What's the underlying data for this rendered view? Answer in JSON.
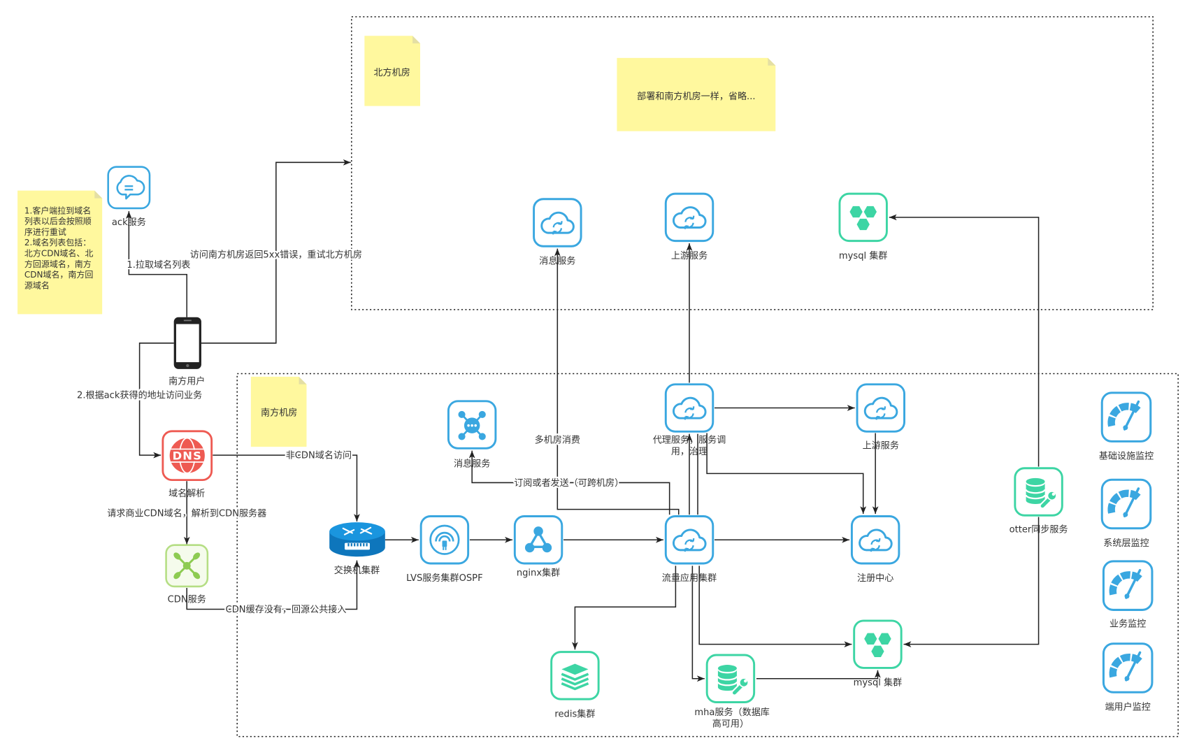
{
  "regions": {
    "north": {
      "label": "北方机房",
      "note": "部署和南方机房一样，省略..."
    },
    "south": {
      "label": "南方机房"
    }
  },
  "side_note": {
    "lines": [
      "1.客户端拉到域名",
      "列表以后会按照顺",
      "序进行重试",
      "2.域名列表包括：",
      "北方CDN域名、北",
      "方回源域名，南方",
      "CDN域名，南方回",
      "源域名"
    ]
  },
  "nodes": {
    "ack": {
      "label": "ack服务",
      "icon": "chat-cloud-icon"
    },
    "user": {
      "label": "南方用户",
      "icon": "smartphone-icon"
    },
    "dns": {
      "label": "域名解析",
      "icon": "dns-globe-icon",
      "icon_text": "DNS"
    },
    "cdn": {
      "label": "CDN服务",
      "icon": "cdn-network-icon"
    },
    "switch": {
      "label": "交换机集群",
      "icon": "router-icon"
    },
    "lvs": {
      "label": "LVS服务集群OSPF",
      "icon": "load-balancer-icon"
    },
    "nginx": {
      "label": "nginx集群",
      "icon": "nginx-share-icon"
    },
    "north_mq": {
      "label": "消息服务",
      "icon": "cloud-sync-icon"
    },
    "north_upstream": {
      "label": "上游服务",
      "icon": "cloud-sync-icon"
    },
    "north_mysql": {
      "label": "mysql 集群",
      "icon": "mysql-cluster-icon"
    },
    "south_mq": {
      "label": "消息服务",
      "icon": "message-queue-icon"
    },
    "proxy": {
      "label_lines": [
        "代理服务，服务调",
        "用，治理"
      ],
      "icon": "cloud-sync-icon"
    },
    "south_upstream": {
      "label": "上游服务",
      "icon": "cloud-sync-icon"
    },
    "traffic": {
      "label": "流量应用集群",
      "icon": "cloud-sync-icon"
    },
    "registry": {
      "label": "注册中心",
      "icon": "cloud-sync-icon"
    },
    "redis": {
      "label": "redis集群",
      "icon": "redis-icon"
    },
    "mha": {
      "label_lines": [
        "mha服务（数据库",
        "高可用）"
      ],
      "icon": "database-tool-icon"
    },
    "south_mysql": {
      "label": "mysql 集群",
      "icon": "mysql-cluster-icon"
    },
    "otter": {
      "label": "otter同步服务",
      "icon": "database-tool-icon"
    }
  },
  "monitors": [
    {
      "label": "基础设施监控",
      "icon": "gauge-icon"
    },
    {
      "label": "系统层监控",
      "icon": "gauge-icon"
    },
    {
      "label": "业务监控",
      "icon": "gauge-icon"
    },
    {
      "label": "端用户监控",
      "icon": "gauge-icon"
    }
  ],
  "edges": {
    "pull_domains": "1.拉取域名列表",
    "retry_north": "访问南方机房返回5xx错误，重试北方机房",
    "access_by_ack": "2.根据ack获得的地址访问业务",
    "non_cdn": "非CDN域名访问",
    "cdn_request": "请求商业CDN域名，解析到CDN服务器",
    "cdn_origin": "CDN缓存没有，回源公共接入",
    "multi_consume": "多机房消费",
    "subscribe": "订阅或者发送（可跨机房）"
  },
  "colors": {
    "blue_icon": "#3AA7E0",
    "green_icon": "#3DD5A4",
    "dns_red": "#EE5A52",
    "cdn_green": "#8DCB52",
    "router_blue": "#1A95DE",
    "note_yellow": "#FFF89E"
  }
}
